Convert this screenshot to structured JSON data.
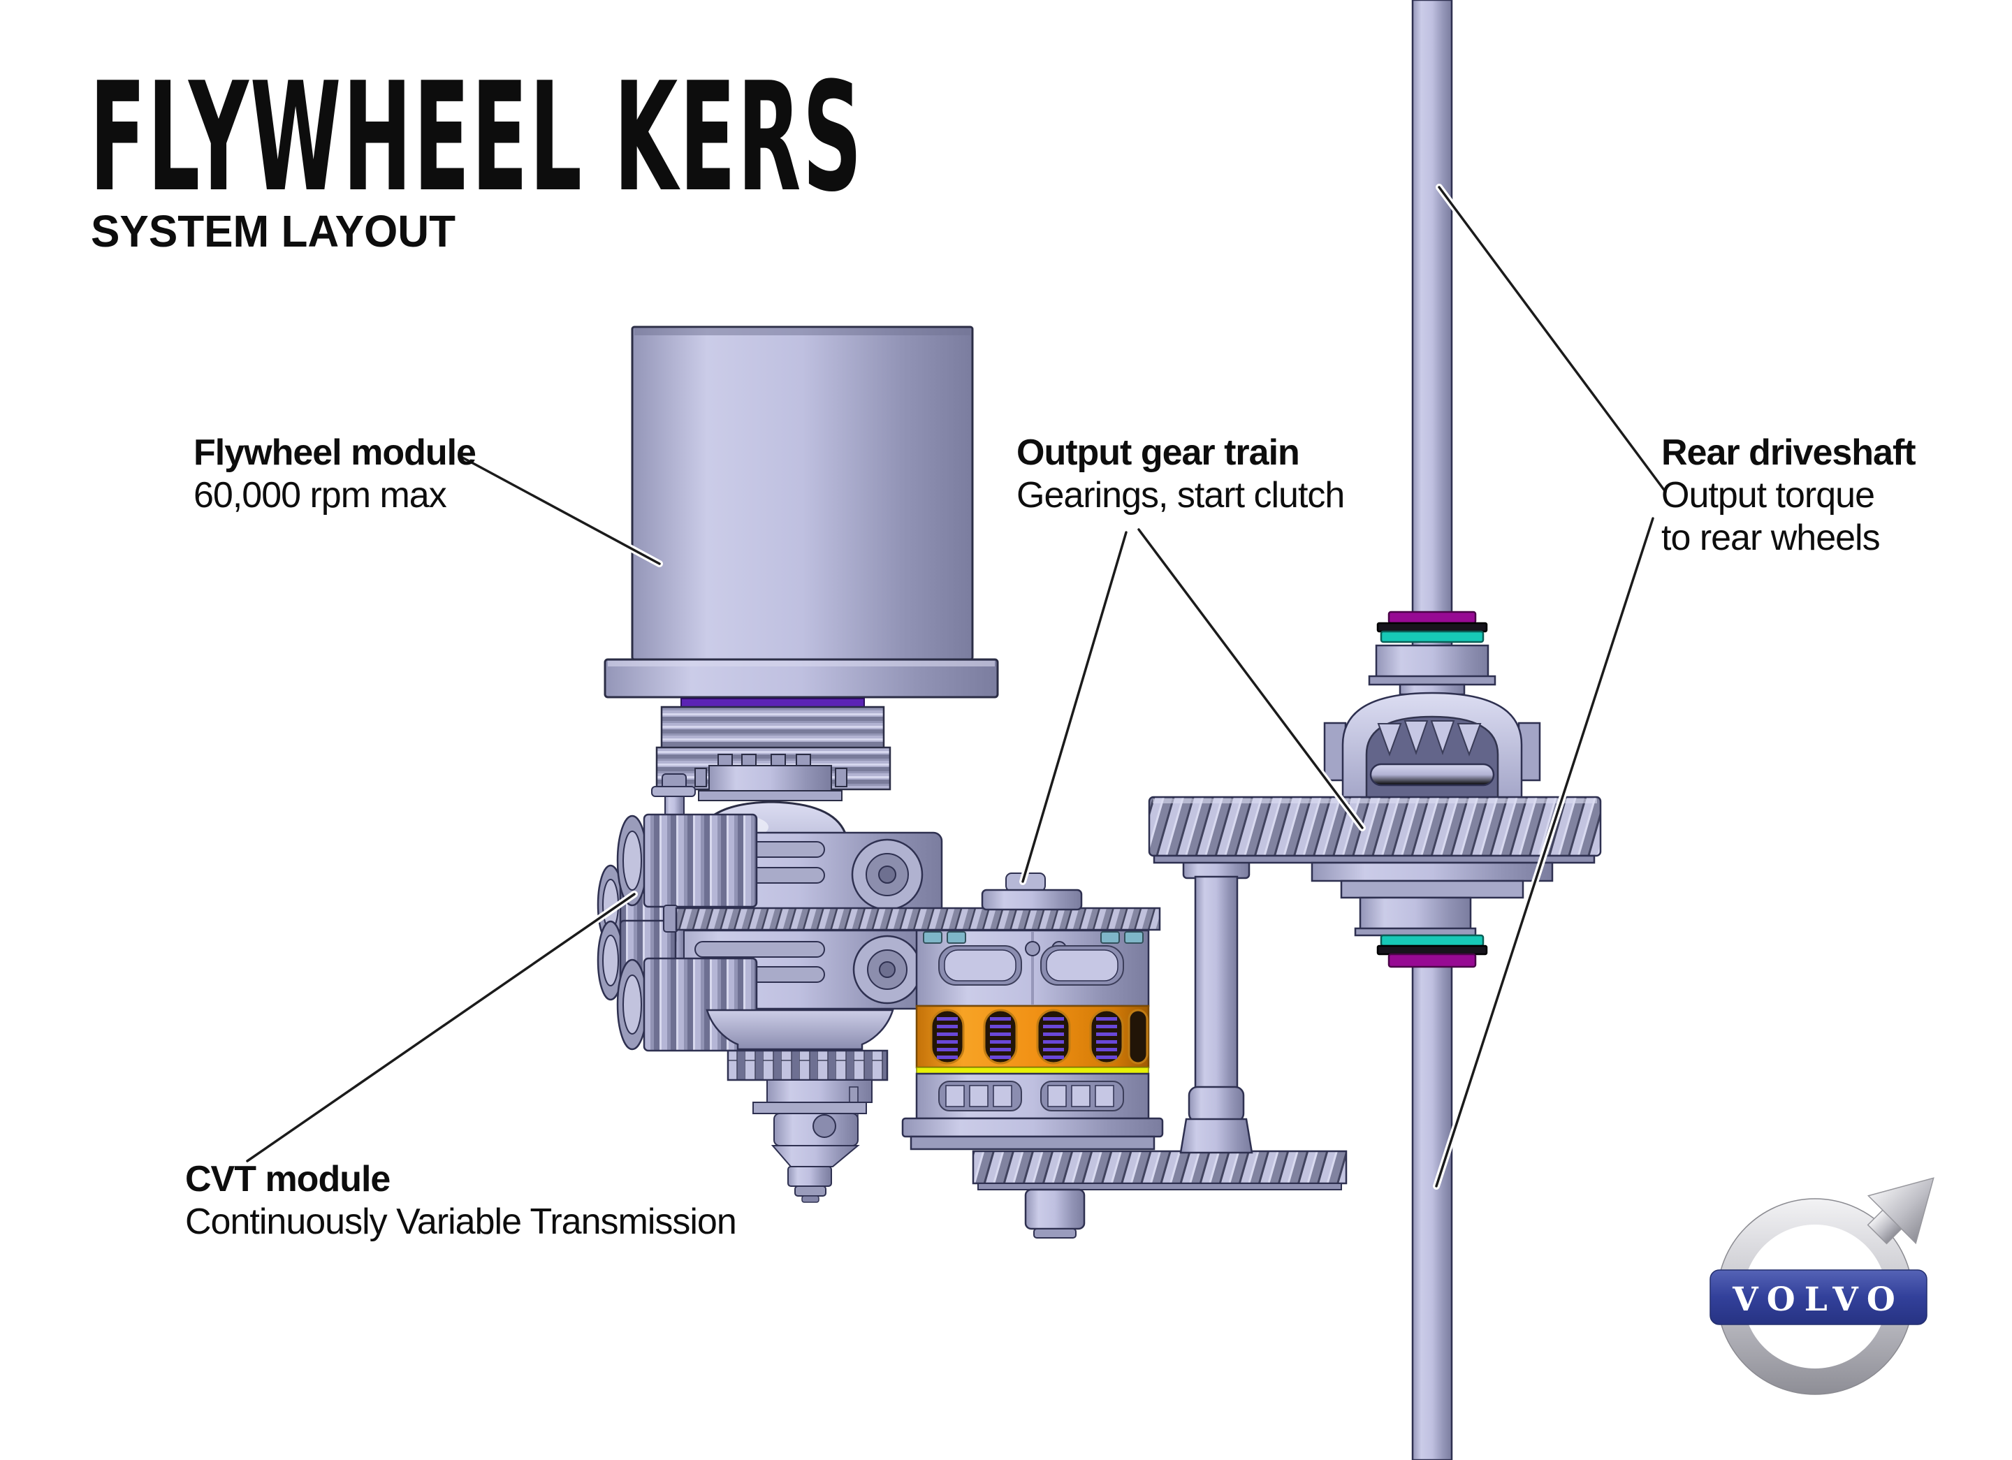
{
  "title": "FLYWHEEL KERS",
  "subtitle": "SYSTEM LAYOUT",
  "callouts": {
    "flywheel": {
      "name": "Flywheel module",
      "detail": "60,000 rpm max"
    },
    "output_gear_train": {
      "name": "Output gear train",
      "detail": "Gearings, start clutch"
    },
    "rear_driveshaft": {
      "name": "Rear driveshaft",
      "detail_line1": "Output torque",
      "detail_line2": "to rear wheels"
    },
    "cvt": {
      "name": "CVT module",
      "detail": "Continuously Variable Transmission"
    }
  },
  "logo": {
    "brand": "VOLVO"
  },
  "colors": {
    "background": "#ffffff",
    "text": "#0d0d0d",
    "metal_lavender": "#b9badc",
    "orange_band": "#ee8d12",
    "yellow_stripe": "#e7f106",
    "teal_ring": "#17c9b7",
    "magenta_ring": "#970a93",
    "purple_ring": "#5b23b4",
    "teal_bolt": "#7fb6c8",
    "coil_purple": "#6a48d8",
    "logo_blue": "#32409a",
    "leader_line": "#1b1b1b"
  }
}
